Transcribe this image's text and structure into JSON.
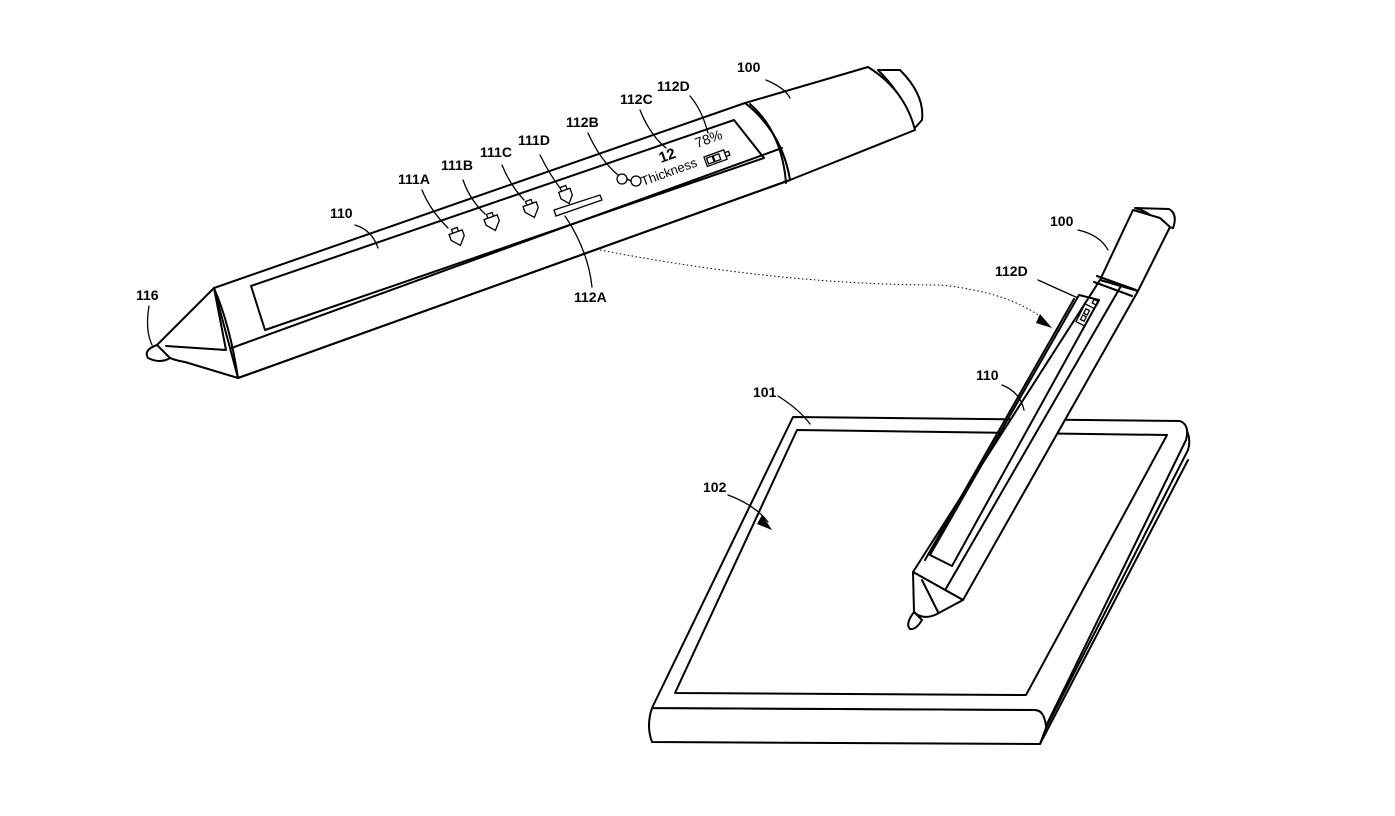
{
  "labels": {
    "device_top": "100",
    "device_right": "100",
    "tablet": "101",
    "screen": "102",
    "display_top": "110",
    "display_right": "110",
    "tip": "116",
    "tool_a": "111A",
    "tool_b": "111B",
    "tool_c": "111C",
    "tool_d": "111D",
    "slider": "112A",
    "thickness_control": "112B",
    "thickness_value_ref": "112C",
    "battery_ref_top": "112D",
    "battery_ref_right": "112D"
  },
  "pen_display": {
    "thickness_value": "12",
    "thickness_label": "Thickness",
    "battery_percent": "78%"
  },
  "icons": [
    "pen-tip-icon",
    "pen-tip-icon",
    "pen-tip-icon",
    "pen-tip-icon",
    "knob-icon",
    "battery-icon"
  ]
}
